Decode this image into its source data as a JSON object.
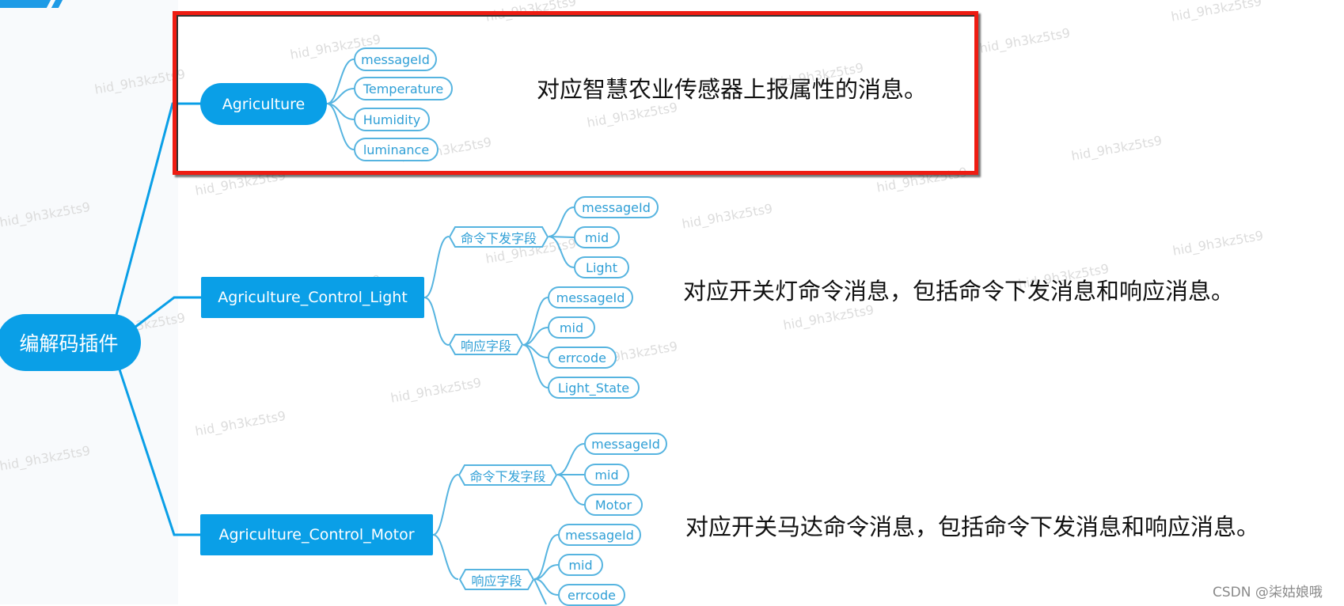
{
  "diagram": {
    "root": {
      "label": "编解码插件"
    },
    "branches": [
      {
        "label": "Agriculture",
        "description": "对应智慧农业传感器上报属性的消息。",
        "fields": [
          "messageId",
          "Temperature",
          "Humidity",
          "luminance"
        ]
      },
      {
        "label": "Agriculture_Control_Light",
        "description": "对应开关灯命令消息，包括命令下发消息和响应消息。",
        "command_group": {
          "label": "命令下发字段",
          "fields": [
            "messageId",
            "mid",
            "Light"
          ]
        },
        "response_group": {
          "label": "响应字段",
          "fields": [
            "messageId",
            "mid",
            "errcode",
            "Light_State"
          ]
        }
      },
      {
        "label": "Agriculture_Control_Motor",
        "description": "对应开关马达命令消息，包括命令下发消息和响应消息。",
        "command_group": {
          "label": "命令下发字段",
          "fields": [
            "messageId",
            "mid",
            "Motor"
          ]
        },
        "response_group": {
          "label": "响应字段",
          "fields": [
            "messageId",
            "mid",
            "errcode"
          ]
        }
      }
    ]
  },
  "watermarks": {
    "text": "hid_9h3kz5ts9",
    "credit": "CSDN @柒姑娘哦"
  },
  "colors": {
    "node_fill": "#0a9fe7",
    "leaf_border": "#56b4e0",
    "leaf_text": "#2f9fd6",
    "highlight_border": "#ee1c12",
    "description_text": "#111111"
  }
}
